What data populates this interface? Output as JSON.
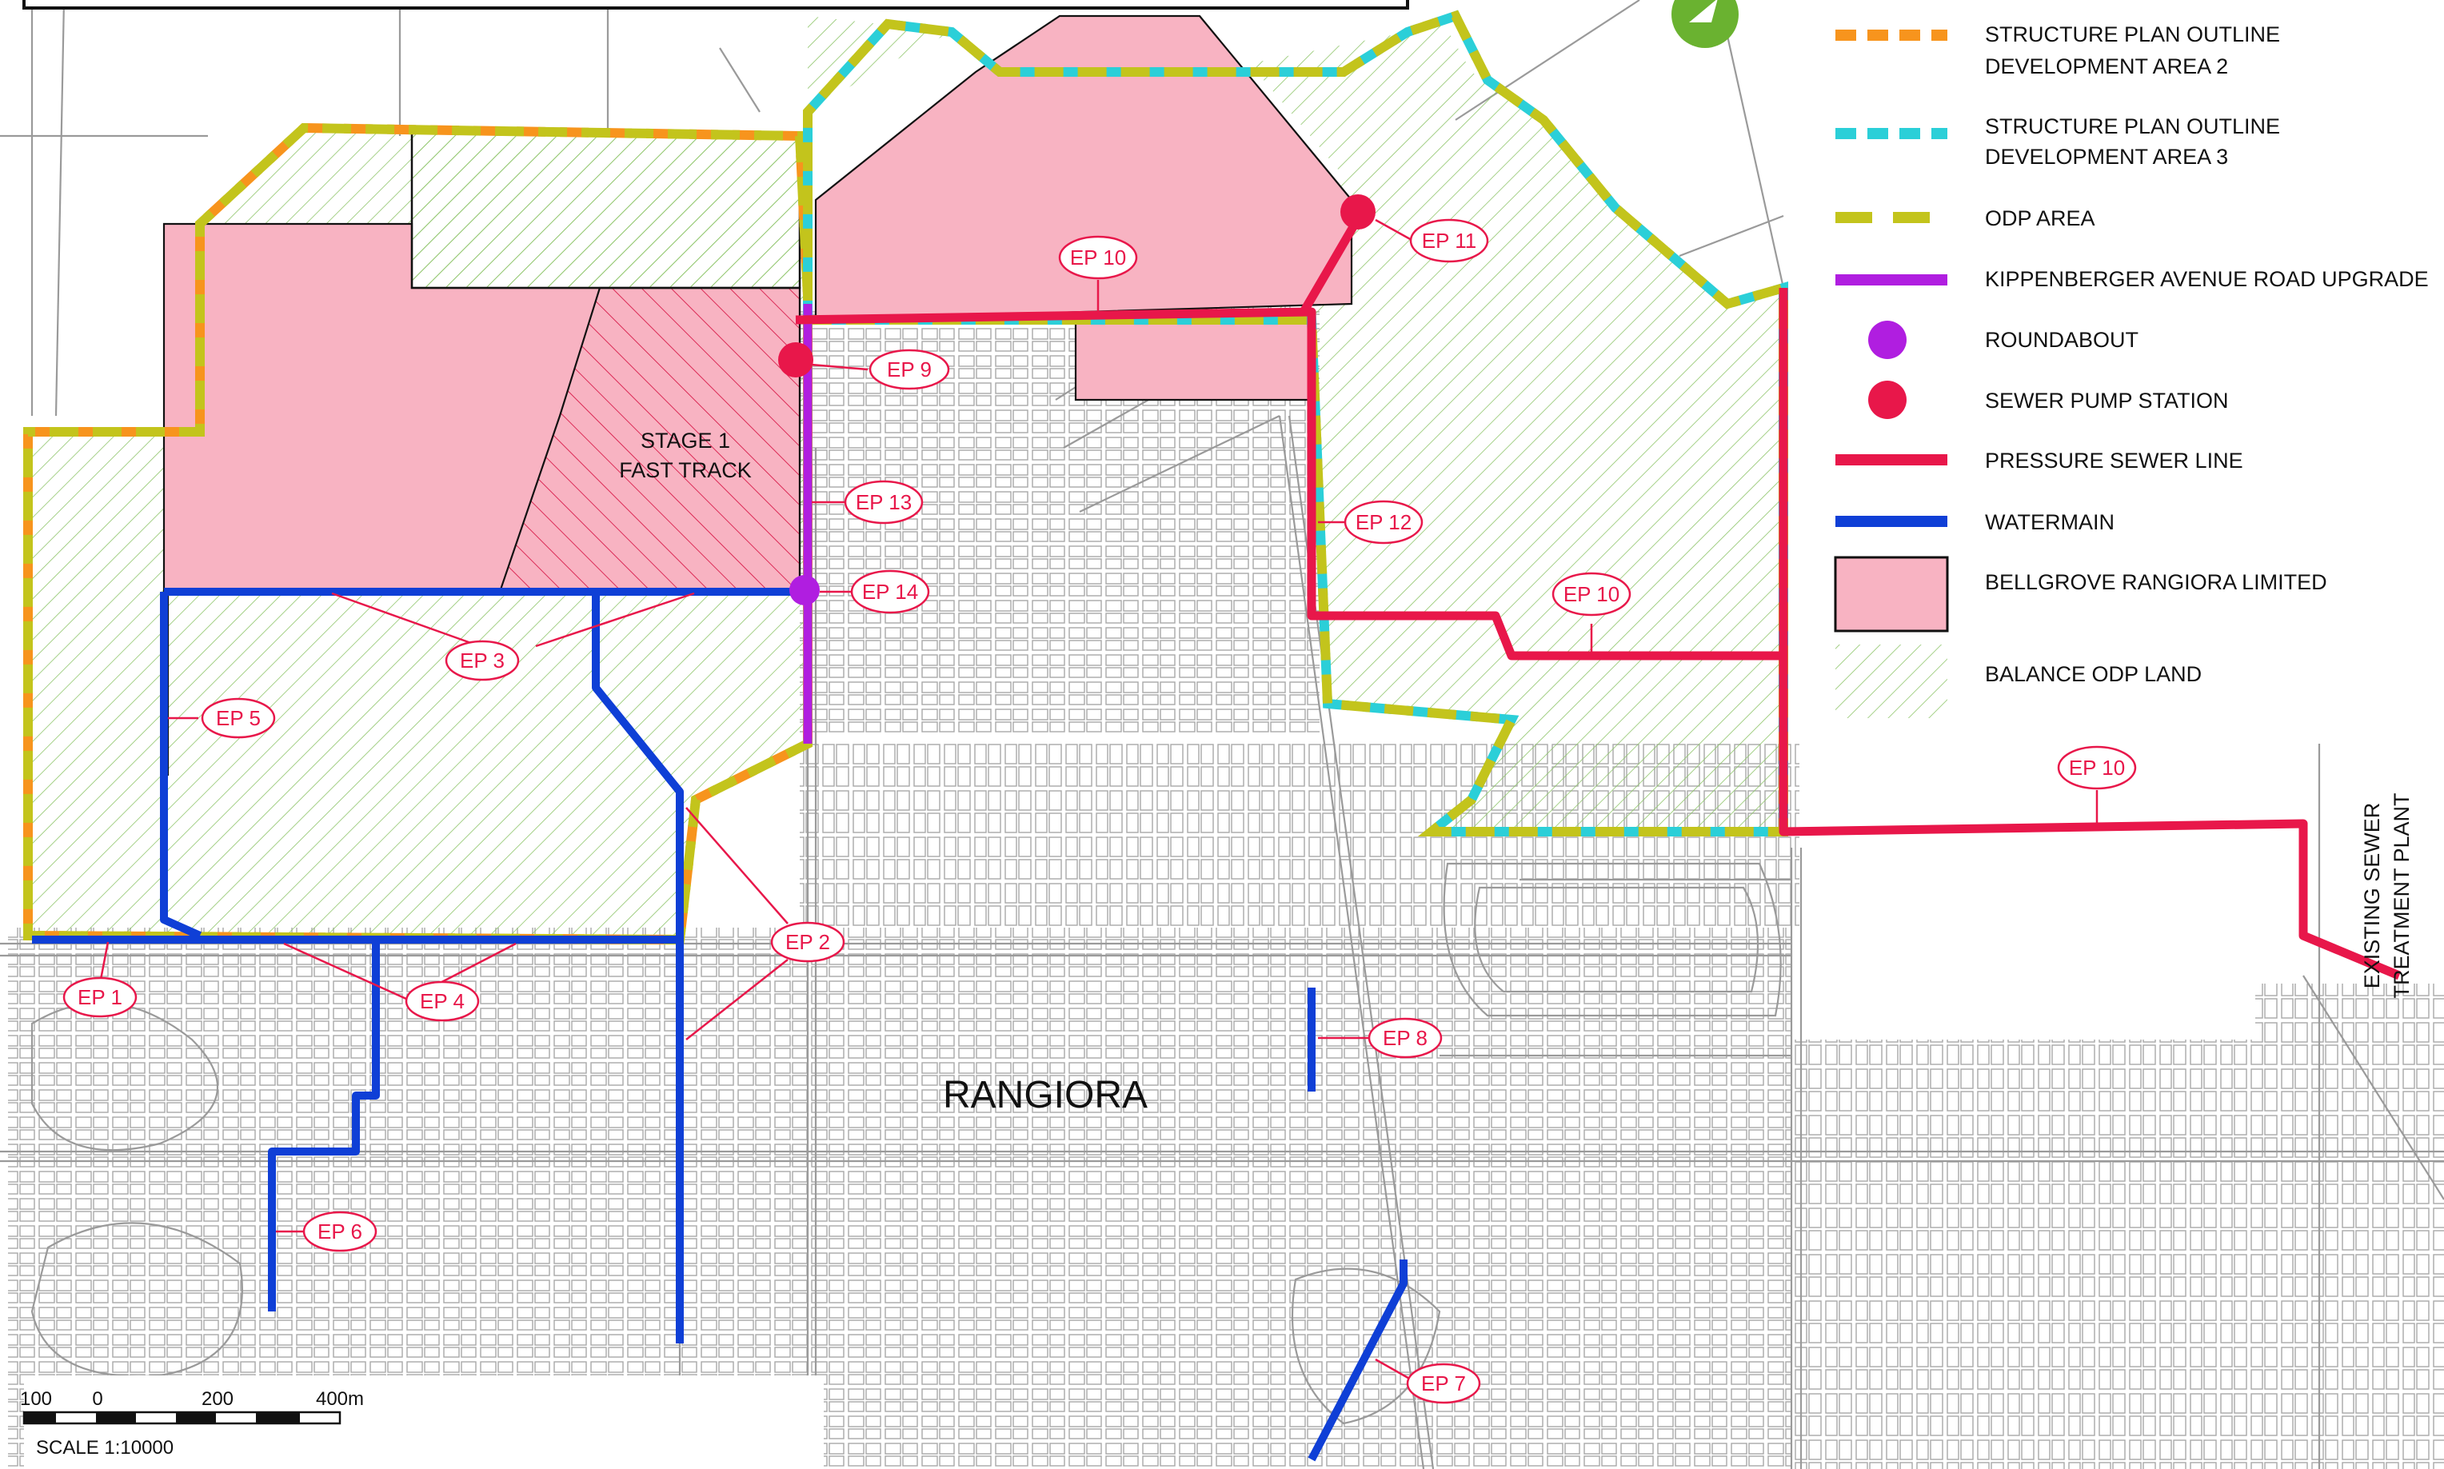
{
  "map": {
    "place_label": "RANGIORA",
    "stage_label_1": "STAGE 1",
    "stage_label_2": "FAST TRACK",
    "treatment_label_1": "EXISTING SEWER",
    "treatment_label_2": "TREATMENT PLANT",
    "north_symbol": "north-arrow-icon"
  },
  "labels": {
    "ep1": "EP 1",
    "ep2": "EP 2",
    "ep3": "EP 3",
    "ep4": "EP 4",
    "ep5": "EP 5",
    "ep6": "EP 6",
    "ep7": "EP 7",
    "ep8": "EP 8",
    "ep9": "EP 9",
    "ep10a": "EP 10",
    "ep10b": "EP 10",
    "ep10c": "EP 10",
    "ep11": "EP 11",
    "ep12": "EP 12",
    "ep13": "EP 13",
    "ep14": "EP 14"
  },
  "legend": {
    "sp2_line1": "STRUCTURE PLAN OUTLINE",
    "sp2_line2": "DEVELOPMENT AREA 2",
    "sp3_line1": "STRUCTURE PLAN OUTLINE",
    "sp3_line2": "DEVELOPMENT AREA 3",
    "odp": "ODP AREA",
    "kippenberger": "KIPPENBERGER AVENUE ROAD UPGRADE",
    "roundabout": "ROUNDABOUT",
    "pump": "SEWER PUMP STATION",
    "pressure": "PRESSURE SEWER LINE",
    "watermain": "WATERMAIN",
    "bellgrove": "BELLGROVE RANGIORA LIMITED",
    "balance": "BALANCE ODP LAND"
  },
  "scale": {
    "t100": "100",
    "t0": "0",
    "t200": "200",
    "t400": "400m",
    "caption": "SCALE 1:10000"
  },
  "colors": {
    "orange_dash": "#f7941d",
    "cyan_dash": "#2bcfd8",
    "odp_dash": "#c3c41c",
    "purple": "#b01ee0",
    "red": "#e8174a",
    "blue": "#0f3fd6",
    "pink_fill": "#f8b3c2",
    "hatch_green": "#8ec56a",
    "street_grey": "#9a9a9a",
    "north_green": "#6ab230"
  }
}
